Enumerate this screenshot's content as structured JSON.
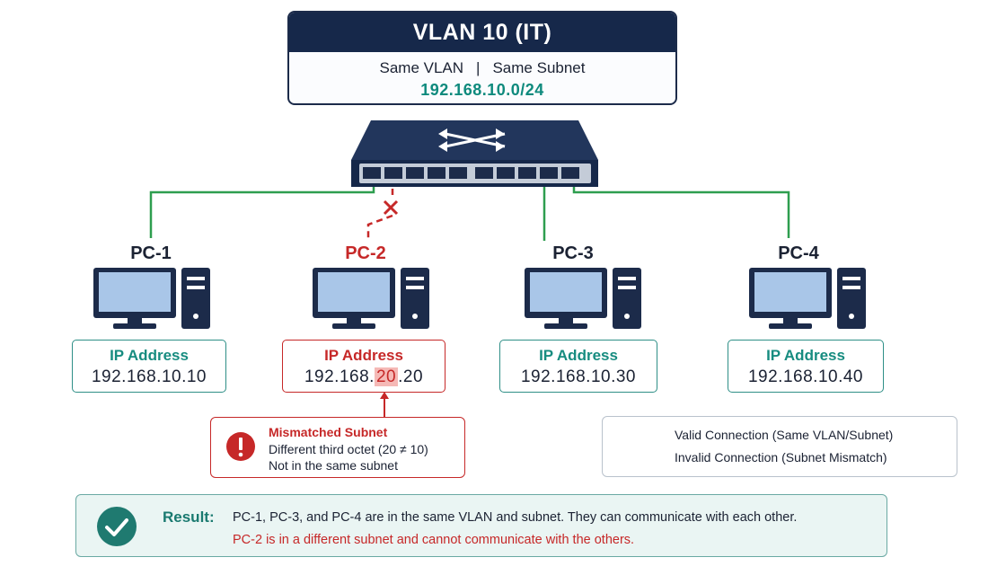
{
  "header": {
    "title": "VLAN 10 (IT)",
    "same_vlan": "Same VLAN",
    "separator": "|",
    "same_subnet": "Same Subnet",
    "subnet": "192.168.10.0/24"
  },
  "pcs": [
    {
      "label": "PC-1",
      "ip_label": "IP Address",
      "ip": "192.168.10.10",
      "status": "valid"
    },
    {
      "label": "PC-2",
      "ip_label": "IP Address",
      "ip_prefix": "192.168.",
      "ip_octet": "20",
      "ip_suffix": ".20",
      "status": "invalid"
    },
    {
      "label": "PC-3",
      "ip_label": "IP Address",
      "ip": "192.168.10.30",
      "status": "valid"
    },
    {
      "label": "PC-4",
      "ip_label": "IP Address",
      "ip": "192.168.10.40",
      "status": "valid"
    }
  ],
  "mismatch": {
    "title": "Mismatched Subnet",
    "line1": "Different third octet (20 ≠ 10)",
    "line2": "Not in the same subnet",
    "icon": "alert-icon"
  },
  "legend": {
    "valid": "Valid Connection (Same VLAN/Subnet)",
    "invalid": "Invalid Connection (Subnet Mismatch)"
  },
  "result": {
    "label": "Result:",
    "line1": "PC-1, PC-3, and PC-4 are in the same VLAN and subnet. They can communicate with each other.",
    "line2": "PC-2 is in a different subnet and cannot communicate with the others.",
    "icon": "check-icon"
  },
  "colors": {
    "navy": "#16284a",
    "valid_green": "#2e9e4f",
    "invalid_red": "#c62828",
    "teal": "#178c80"
  }
}
